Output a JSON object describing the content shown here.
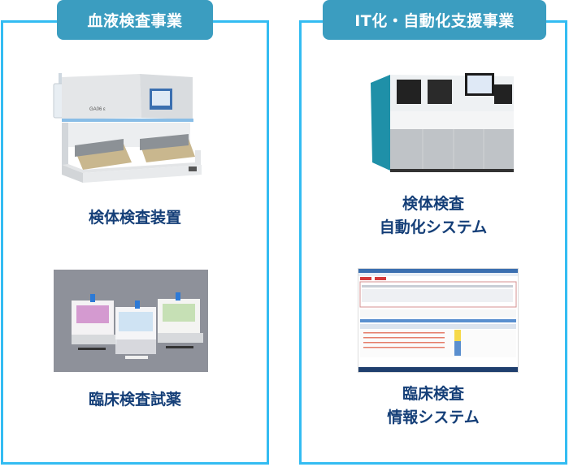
{
  "sections": [
    {
      "title": "血液検査事業",
      "items": [
        {
          "label": "検体検査装置",
          "image": "blood-analyzer-machine"
        },
        {
          "label": "臨床検査試薬",
          "image": "reagent-boxes"
        }
      ]
    },
    {
      "title": "IT化・自動化支援事業",
      "items": [
        {
          "label_line1": "検体検査",
          "label_line2": "自動化システム",
          "image": "lab-automation-system"
        },
        {
          "label_line1": "臨床検査",
          "label_line2": "情報システム",
          "image": "lab-information-software-screen"
        }
      ]
    }
  ],
  "colors": {
    "border": "#33bcf2",
    "pill": "#3b9dc0",
    "label_text": "#153f78"
  }
}
